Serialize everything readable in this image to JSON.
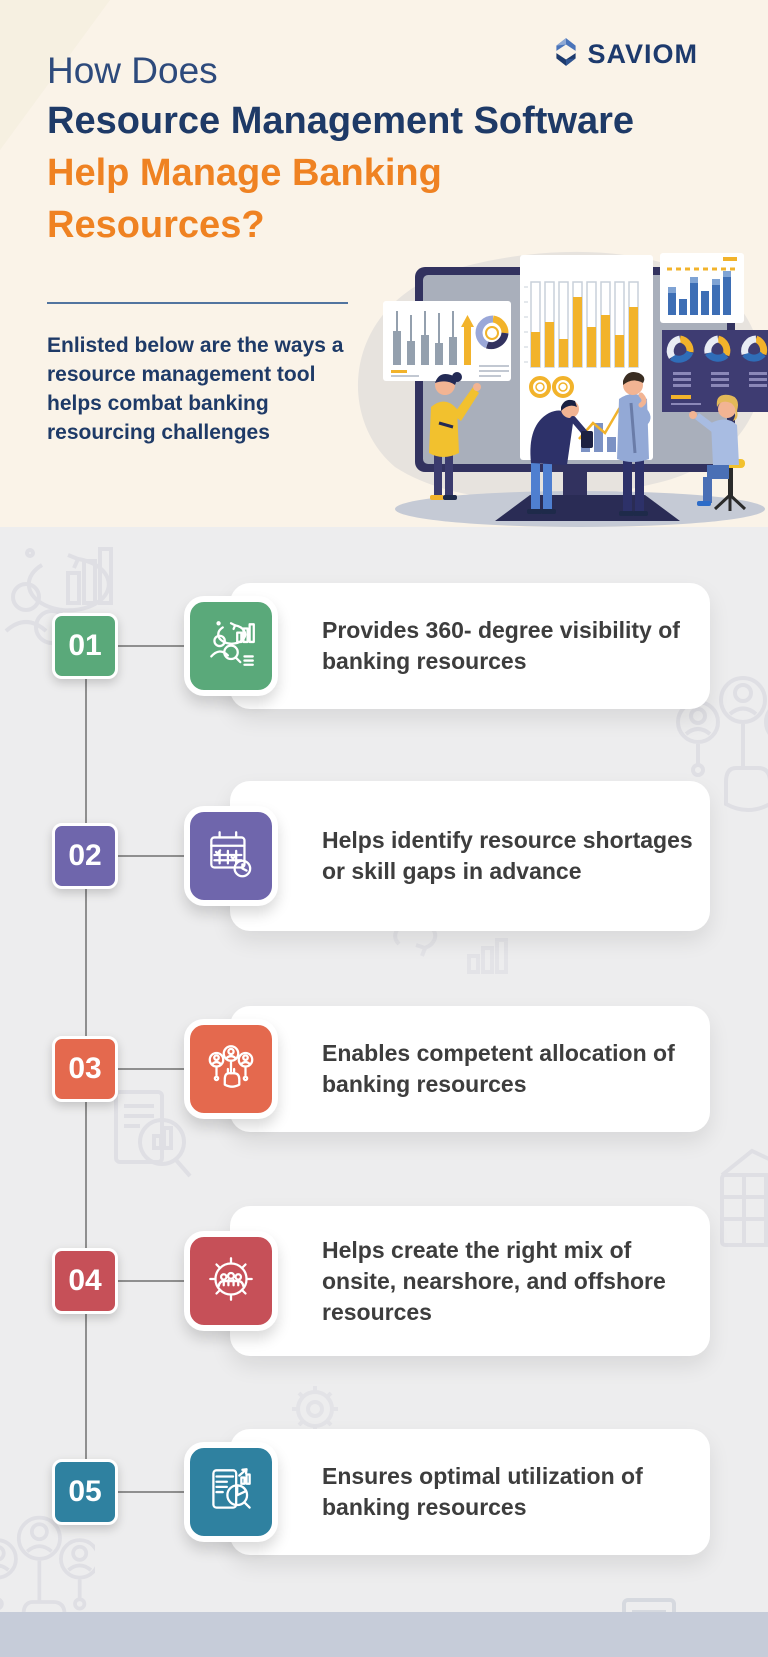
{
  "header": {
    "logo_text": "SAVIOM",
    "title_line1": "How Does",
    "title_line2": "Resource Management Software",
    "title_accent": "Help Manage Banking Resources?",
    "subtitle": "Enlisted below are the ways a resource management tool helps combat banking resourcing challenges",
    "colors": {
      "navy": "#1e3a67",
      "accent_orange": "#ef8222",
      "background": "#faf3e8"
    }
  },
  "main": {
    "background": "#ededee",
    "connector_color": "#8f8f8f",
    "footer_color": "#c6ccd9"
  },
  "items": [
    {
      "number": "01",
      "label": "Provides 360- degree visibility of banking resources",
      "color": "#5aa97a",
      "icon": "visibility-360-icon"
    },
    {
      "number": "02",
      "label": "Helps identify resource shortages or skill gaps in advance",
      "color": "#6f66ac",
      "icon": "calendar-clock-icon"
    },
    {
      "number": "03",
      "label": "Enables competent allocation of banking resources",
      "color": "#e4694e",
      "icon": "people-allocation-icon"
    },
    {
      "number": "04",
      "label": "Helps create the right mix of onsite, nearshore, and offshore resources",
      "color": "#c65058",
      "icon": "gear-people-icon"
    },
    {
      "number": "05",
      "label": "Ensures optimal utilization of banking resources",
      "color": "#2f81a0",
      "icon": "report-magnifier-icon"
    }
  ]
}
